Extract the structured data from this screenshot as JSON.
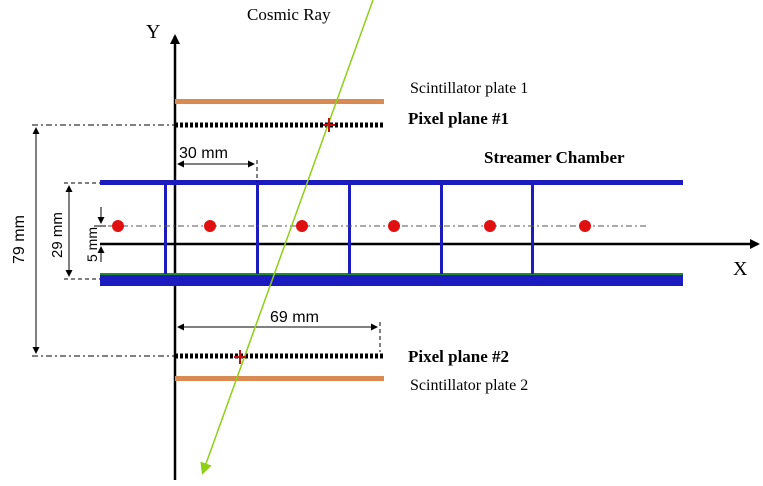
{
  "axes": {
    "y_label": "Y",
    "x_label": "X"
  },
  "cosmic_ray": {
    "label": "Cosmic Ray",
    "color": "#8fd016"
  },
  "labels": {
    "scint1": "Scintillator plate 1",
    "pixel1": "Pixel plane #1",
    "chamber": "Streamer Chamber",
    "pixel2": "Pixel plane #2",
    "scint2": "Scintillator plate 2"
  },
  "dimensions": {
    "d79": "79 mm",
    "d29": "29 mm",
    "d5": "5 mm",
    "d30": "30 mm",
    "d69": "69 mm"
  },
  "colors": {
    "scintillator": "#d98a53",
    "chamber": "#1b1bc0",
    "chamber_bottom_edge": "#1f8a3a",
    "wire": "#e01010"
  }
}
